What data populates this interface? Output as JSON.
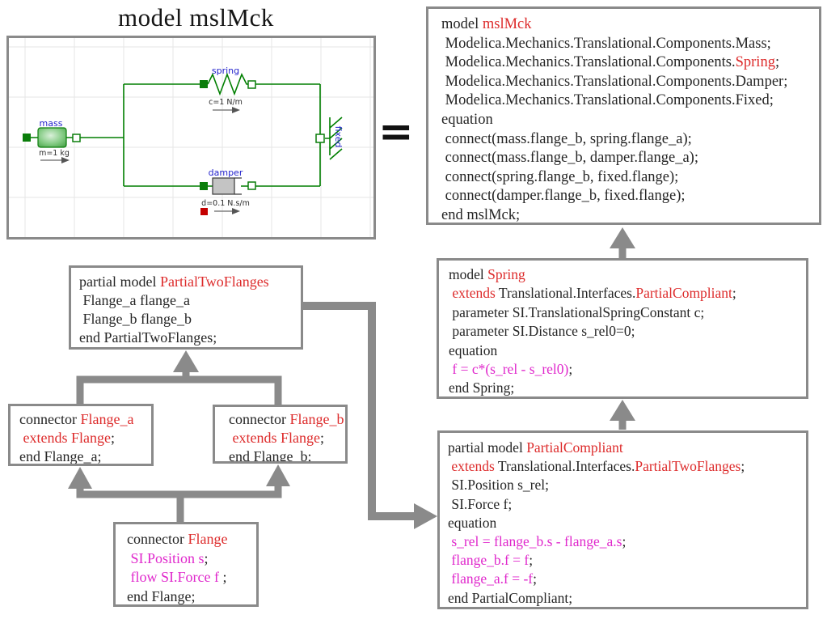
{
  "title": "model mslMck",
  "equals_sign": "=",
  "colors": {
    "code_text": "#252525",
    "keyword_red": "#dd2b2b",
    "equation_magenta": "#e028cc",
    "diagram_green": "#007f00",
    "component_label_blue": "#2323cc",
    "arrow_gray": "#8a8a8a",
    "box_border_gray": "#8a8a8a"
  },
  "diagram": {
    "components": {
      "mass": {
        "label": "mass",
        "param": "m=1 kg"
      },
      "spring": {
        "label": "spring",
        "param": "c=1 N/m"
      },
      "damper": {
        "label": "damper",
        "param": "d=0.1 N.s/m"
      },
      "fixed": {
        "label": "fixed"
      }
    }
  },
  "boxes": {
    "mslmck": {
      "lines": [
        [
          {
            "t": "model ",
            "c": "k"
          },
          {
            "t": "mslMck",
            "c": "r"
          }
        ],
        [
          {
            "t": " Modelica.Mechanics.Translational.Components.Mass;",
            "c": "k"
          }
        ],
        [
          {
            "t": " Modelica.Mechanics.Translational.Components.",
            "c": "k"
          },
          {
            "t": "Spring",
            "c": "r"
          },
          {
            "t": ";",
            "c": "k"
          }
        ],
        [
          {
            "t": " Modelica.Mechanics.Translational.Components.Damper;",
            "c": "k"
          }
        ],
        [
          {
            "t": " Modelica.Mechanics.Translational.Components.Fixed;",
            "c": "k"
          }
        ],
        [
          {
            "t": "equation",
            "c": "k"
          }
        ],
        [
          {
            "t": " connect(mass.flange_b, spring.flange_a);",
            "c": "k"
          }
        ],
        [
          {
            "t": " connect(mass.flange_b, damper.flange_a);",
            "c": "k"
          }
        ],
        [
          {
            "t": " connect(spring.flange_b, fixed.flange);",
            "c": "k"
          }
        ],
        [
          {
            "t": " connect(damper.flange_b, fixed.flange);",
            "c": "k"
          }
        ],
        [
          {
            "t": "end mslMck;",
            "c": "k"
          }
        ]
      ]
    },
    "spring": {
      "lines": [
        [
          {
            "t": "model ",
            "c": "k"
          },
          {
            "t": "Spring",
            "c": "r"
          }
        ],
        [
          {
            "t": " extends ",
            "c": "r"
          },
          {
            "t": "Translational.Interfaces.",
            "c": "k"
          },
          {
            "t": "PartialCompliant",
            "c": "r"
          },
          {
            "t": ";",
            "c": "k"
          }
        ],
        [
          {
            "t": " parameter SI.TranslationalSpringConstant c;",
            "c": "k"
          }
        ],
        [
          {
            "t": " parameter SI.Distance s_rel0=0;",
            "c": "k"
          }
        ],
        [
          {
            "t": "equation",
            "c": "k"
          }
        ],
        [
          {
            "t": " f = c*(s_rel - s_rel0)",
            "c": "m"
          },
          {
            "t": ";",
            "c": "k"
          }
        ],
        [
          {
            "t": "end Spring;",
            "c": "k"
          }
        ]
      ]
    },
    "partialcompliant": {
      "lines": [
        [
          {
            "t": "partial model ",
            "c": "k"
          },
          {
            "t": "PartialCompliant",
            "c": "r"
          }
        ],
        [
          {
            "t": " extends ",
            "c": "r"
          },
          {
            "t": "Translational.Interfaces.",
            "c": "k"
          },
          {
            "t": "PartialTwoFlanges",
            "c": "r"
          },
          {
            "t": ";",
            "c": "k"
          }
        ],
        [
          {
            "t": " SI.Position s_rel;",
            "c": "k"
          }
        ],
        [
          {
            "t": " SI.Force f;",
            "c": "k"
          }
        ],
        [
          {
            "t": "equation",
            "c": "k"
          }
        ],
        [
          {
            "t": " s_rel = flange_b.s - flange_a.s",
            "c": "m"
          },
          {
            "t": ";",
            "c": "k"
          }
        ],
        [
          {
            "t": " flange_b.f = f",
            "c": "m"
          },
          {
            "t": ";",
            "c": "k"
          }
        ],
        [
          {
            "t": " flange_a.f = -f",
            "c": "m"
          },
          {
            "t": ";",
            "c": "k"
          }
        ],
        [
          {
            "t": "end PartialCompliant;",
            "c": "k"
          }
        ]
      ]
    },
    "partialtwoflanges": {
      "lines": [
        [
          {
            "t": "partial model ",
            "c": "k"
          },
          {
            "t": "PartialTwoFlanges",
            "c": "r"
          }
        ],
        [
          {
            "t": " Flange_a flange_a",
            "c": "k"
          }
        ],
        [
          {
            "t": " Flange_b flange_b",
            "c": "k"
          }
        ],
        [
          {
            "t": "end PartialTwoFlanges;",
            "c": "k"
          }
        ]
      ]
    },
    "flange_a": {
      "lines": [
        [
          {
            "t": "connector ",
            "c": "k"
          },
          {
            "t": "Flange_a",
            "c": "r"
          }
        ],
        [
          {
            "t": " extends Flange",
            "c": "r"
          },
          {
            "t": ";",
            "c": "k"
          }
        ],
        [
          {
            "t": "end Flange_a;",
            "c": "k"
          }
        ]
      ]
    },
    "flange_b": {
      "lines": [
        [
          {
            "t": "connector ",
            "c": "k"
          },
          {
            "t": "Flange_b",
            "c": "r"
          }
        ],
        [
          {
            "t": " extends Flange",
            "c": "r"
          },
          {
            "t": ";",
            "c": "k"
          }
        ],
        [
          {
            "t": "end Flange_b;",
            "c": "k"
          }
        ]
      ]
    },
    "flange": {
      "lines": [
        [
          {
            "t": "connector ",
            "c": "k"
          },
          {
            "t": "Flange",
            "c": "r"
          }
        ],
        [
          {
            "t": " SI.Position s",
            "c": "m"
          },
          {
            "t": ";",
            "c": "k"
          }
        ],
        [
          {
            "t": " flow SI.Force f ",
            "c": "m"
          },
          {
            "t": ";",
            "c": "k"
          }
        ],
        [
          {
            "t": "end Flange;",
            "c": "k"
          }
        ]
      ]
    }
  }
}
